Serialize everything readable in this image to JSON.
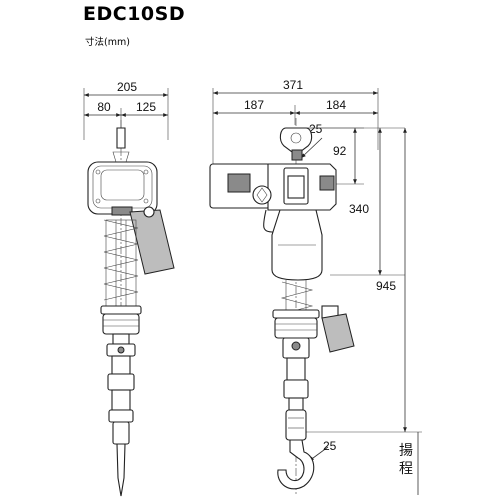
{
  "header": {
    "title": "EDC10SD",
    "unit_note": "寸法(mm)"
  },
  "front_view": {
    "overall_width": "205",
    "left_offset": "80",
    "right_offset": "125"
  },
  "side_view": {
    "overall_width": "371",
    "left_offset": "187",
    "right_offset": "184",
    "top_hook_opening": "25",
    "hook_offset": "92",
    "body_height": "340",
    "min_headroom": "945",
    "bottom_hook_opening": "25",
    "lift_label": "揚程"
  }
}
